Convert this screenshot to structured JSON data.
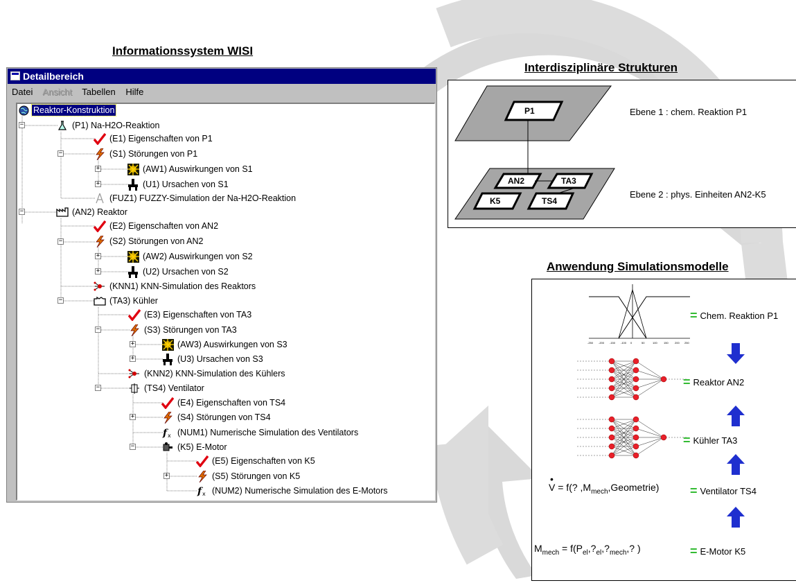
{
  "titles": {
    "wisi": "Informationssystem WISI",
    "interdisciplinary": "Interdisziplinäre Strukturen",
    "simulation": "Anwendung Simulationsmodelle"
  },
  "window": {
    "title": "Detailbereich",
    "menu": [
      "Datei",
      "Ansicht",
      "Tabellen",
      "Hilfe"
    ],
    "menu_disabled": [
      "Ansicht"
    ]
  },
  "tree": [
    {
      "label": "Reaktor-Konstruktion",
      "icon": "globe-icon",
      "selected": true
    },
    {
      "label": "(P1) Na-H2O-Reaktion",
      "icon": "flask-icon"
    },
    {
      "label": "(E1) Eigenschaften von P1",
      "icon": "checkmark-icon"
    },
    {
      "label": "(S1) Störungen von P1",
      "icon": "lightning-icon"
    },
    {
      "label": "(AW1) Auswirkungen von S1",
      "icon": "explosion-icon"
    },
    {
      "label": "(U1) Ursachen von S1",
      "icon": "valve-icon"
    },
    {
      "label": "(FUZ1) FUZZY-Simulation der Na-H2O-Reaktion",
      "icon": "fuzzy-icon"
    },
    {
      "label": "(AN2) Reaktor",
      "icon": "factory-icon"
    },
    {
      "label": "(E2) Eigenschaften von AN2",
      "icon": "checkmark-icon"
    },
    {
      "label": "(S2) Störungen von AN2",
      "icon": "lightning-icon"
    },
    {
      "label": "(AW2) Auswirkungen von S2",
      "icon": "explosion-icon"
    },
    {
      "label": "(U2) Ursachen von S2",
      "icon": "valve-icon"
    },
    {
      "label": "(KNN1) KNN-Simulation des Reaktors",
      "icon": "neural-net-icon"
    },
    {
      "label": "(TA3) Kühler",
      "icon": "cooler-icon"
    },
    {
      "label": "(E3) Eigenschaften von TA3",
      "icon": "checkmark-icon"
    },
    {
      "label": "(S3) Störungen von TA3",
      "icon": "lightning-icon"
    },
    {
      "label": "(AW3) Auswirkungen von S3",
      "icon": "explosion-icon"
    },
    {
      "label": "(U3) Ursachen von S3",
      "icon": "valve-icon"
    },
    {
      "label": "(KNN2) KNN-Simulation des Kühlers",
      "icon": "neural-net-icon"
    },
    {
      "label": "(TS4) Ventilator",
      "icon": "fan-icon"
    },
    {
      "label": "(E4) Eigenschaften von TS4",
      "icon": "checkmark-icon"
    },
    {
      "label": "(S4) Störungen von TS4",
      "icon": "lightning-icon"
    },
    {
      "label": "(NUM1) Numerische Simulation des Ventilators",
      "icon": "function-icon"
    },
    {
      "label": "(K5) E-Motor",
      "icon": "motor-icon"
    },
    {
      "label": "(E5) Eigenschaften von K5",
      "icon": "checkmark-icon"
    },
    {
      "label": "(S5) Störungen von K5",
      "icon": "lightning-icon"
    },
    {
      "label": "(NUM2) Numerische Simulation des E-Motors",
      "icon": "function-icon"
    }
  ],
  "layers": {
    "level1_label": "Ebene 1 : chem. Reaktion P1",
    "level2_label": "Ebene 2 : phys. Einheiten AN2-K5",
    "p1": "P1",
    "an2": "AN2",
    "ta3": "TA3",
    "k5": "K5",
    "ts4": "TS4"
  },
  "simulation": {
    "rows": [
      {
        "label": "Chem. Reaktion P1"
      },
      {
        "label": "Reaktor AN2"
      },
      {
        "label": "Kühler TA3"
      },
      {
        "label": "Ventilator TS4"
      },
      {
        "label": "E-Motor K5"
      }
    ],
    "eq_symbol": "=",
    "formula_fan": {
      "lhs": "V",
      "eq": " = f(? ,M",
      "sub1": "mech",
      "rest": ",Geometrie)"
    },
    "formula_motor": {
      "lhs": "M",
      "lhs_sub": "mech",
      "eq": " = f(P",
      "s1": "el",
      "c1": ",?",
      "s2": "el",
      "c2": ",?",
      "s3": "mech",
      "c3": ",? )"
    }
  }
}
